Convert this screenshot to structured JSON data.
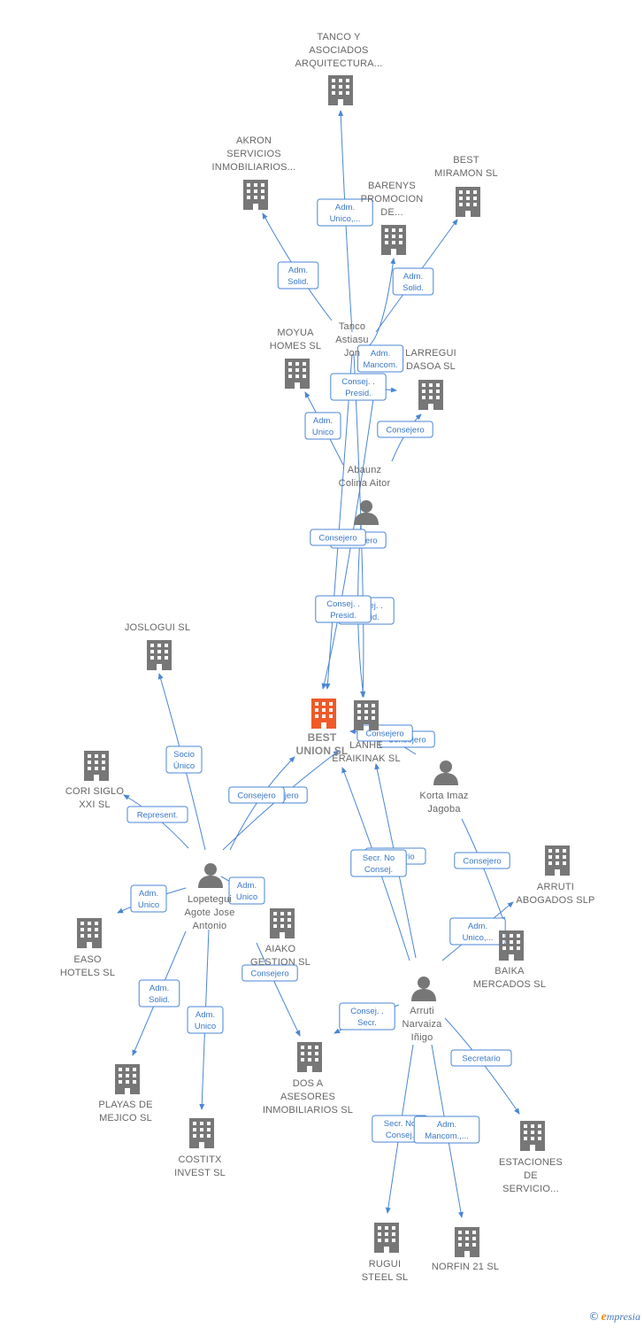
{
  "colors": {
    "edge": "#4a86d4",
    "company": "#777777",
    "focus_company": "#f05a28",
    "person": "#777777",
    "label": "#666666"
  },
  "brand": {
    "copyright": "©",
    "first_letter": "e",
    "rest": "mpresia"
  },
  "nodes": [
    {
      "id": "tanco_arq",
      "kind": "company",
      "lines": [
        "TANCO Y",
        "ASOCIADOS",
        "ARQUITECTURA..."
      ]
    },
    {
      "id": "akron",
      "kind": "company",
      "lines": [
        "AKRON",
        "SERVICIOS",
        "INMOBILIARIOS..."
      ]
    },
    {
      "id": "best_miramon",
      "kind": "company",
      "lines": [
        "BEST",
        "MIRAMON  SL"
      ]
    },
    {
      "id": "barenys",
      "kind": "company",
      "lines": [
        "BARENYS",
        "PROMOCION",
        "DE..."
      ]
    },
    {
      "id": "moyua",
      "kind": "company",
      "lines": [
        "MOYUA",
        "HOMES  SL"
      ]
    },
    {
      "id": "larregui",
      "kind": "company",
      "lines": [
        "LARREGUI",
        "DASOA  SL"
      ]
    },
    {
      "id": "tanco_p",
      "kind": "person_text",
      "lines": [
        "Tanco",
        "Astiasu",
        "Jon"
      ]
    },
    {
      "id": "abaunz",
      "kind": "person",
      "lines": [
        "Abaunz",
        "Colina Aitor"
      ]
    },
    {
      "id": "joslogui",
      "kind": "company",
      "lines": [
        "JOSLOGUI SL"
      ]
    },
    {
      "id": "best_union",
      "kind": "focus",
      "lines": [
        "BEST",
        "UNION  SL"
      ]
    },
    {
      "id": "lanhe",
      "kind": "company",
      "lines": [
        "LANHE",
        "ERAIKINAK  SL"
      ]
    },
    {
      "id": "korta",
      "kind": "person",
      "lines": [
        "Korta Imaz",
        "Jagoba"
      ]
    },
    {
      "id": "cori",
      "kind": "company",
      "lines": [
        "CORI SIGLO",
        "XXI SL"
      ]
    },
    {
      "id": "lopetegui",
      "kind": "person",
      "lines": [
        "Lopetegui",
        "Agote Jose",
        "Antonio"
      ]
    },
    {
      "id": "arruti_ab",
      "kind": "company",
      "lines": [
        "ARRUTI",
        "ABOGADOS  SLP"
      ]
    },
    {
      "id": "easo",
      "kind": "company",
      "lines": [
        "EASO",
        "HOTELS  SL"
      ]
    },
    {
      "id": "aiako",
      "kind": "company",
      "lines": [
        "AIAKO",
        "GESTION  SL"
      ]
    },
    {
      "id": "baika",
      "kind": "company",
      "lines": [
        "BAIKA",
        "MERCADOS  SL"
      ]
    },
    {
      "id": "arruti_p",
      "kind": "person",
      "lines": [
        "Arruti",
        "Narvaiza",
        "Iñigo"
      ]
    },
    {
      "id": "playas",
      "kind": "company",
      "lines": [
        "PLAYAS DE",
        "MEJICO  SL"
      ]
    },
    {
      "id": "dos_a",
      "kind": "company",
      "lines": [
        "DOS A",
        "ASESORES",
        "INMOBILIARIOS SL"
      ]
    },
    {
      "id": "costitx",
      "kind": "company",
      "lines": [
        "COSTITX",
        "INVEST  SL"
      ]
    },
    {
      "id": "estaciones",
      "kind": "company",
      "lines": [
        "ESTACIONES",
        "DE",
        "SERVICIO..."
      ]
    },
    {
      "id": "rugui",
      "kind": "company",
      "lines": [
        "RUGUI",
        "STEEL SL"
      ]
    },
    {
      "id": "norfin",
      "kind": "company",
      "lines": [
        "NORFIN 21 SL"
      ]
    }
  ],
  "edges": [
    {
      "id": "e1",
      "lines": [
        "Adm.",
        "Unico,..."
      ]
    },
    {
      "id": "e2",
      "lines": [
        "Adm.",
        "Solid."
      ]
    },
    {
      "id": "e3",
      "lines": [
        "Adm.",
        "Solid."
      ]
    },
    {
      "id": "e4",
      "lines": [
        "Adm.",
        "Mancom."
      ]
    },
    {
      "id": "e5",
      "lines": [
        "Consej. .",
        "Presid."
      ]
    },
    {
      "id": "e6",
      "lines": [
        "Adm.",
        "Unico"
      ]
    },
    {
      "id": "e7",
      "lines": [
        "Consejero"
      ]
    },
    {
      "id": "e8",
      "lines": [
        "Consejero"
      ]
    },
    {
      "id": "e9",
      "lines": [
        "Consejero"
      ]
    },
    {
      "id": "e10",
      "lines": [
        "Consej. .",
        "Presid."
      ]
    },
    {
      "id": "e11",
      "lines": [
        "Consej. .",
        "Presid."
      ]
    },
    {
      "id": "e12",
      "lines": [
        "Consejero"
      ]
    },
    {
      "id": "e13",
      "lines": [
        "Consejero"
      ]
    },
    {
      "id": "e14",
      "lines": [
        "Socio",
        "Único"
      ]
    },
    {
      "id": "e15",
      "lines": [
        "Represent."
      ]
    },
    {
      "id": "e16",
      "lines": [
        "Consejero"
      ]
    },
    {
      "id": "e17",
      "lines": [
        "Consejero"
      ]
    },
    {
      "id": "e18",
      "lines": [
        "Adm.",
        "Unico"
      ]
    },
    {
      "id": "e19",
      "lines": [
        "Adm.",
        "Unico"
      ]
    },
    {
      "id": "e20",
      "lines": [
        "Consejero"
      ]
    },
    {
      "id": "e21",
      "lines": [
        "Consejero"
      ]
    },
    {
      "id": "e22",
      "lines": [
        "Secretario"
      ]
    },
    {
      "id": "e23",
      "lines": [
        "Secr.  No",
        "Consej."
      ]
    },
    {
      "id": "e24",
      "lines": [
        "Adm.",
        "Unico,..."
      ]
    },
    {
      "id": "e25",
      "lines": [
        "Adm.",
        "Solid."
      ]
    },
    {
      "id": "e26",
      "lines": [
        "Adm.",
        "Unico"
      ]
    },
    {
      "id": "e27",
      "lines": [
        "Consej. .",
        "Secr."
      ]
    },
    {
      "id": "e28",
      "lines": [
        "Secretario"
      ]
    },
    {
      "id": "e29",
      "lines": [
        "Secr.  No",
        "Consej."
      ]
    },
    {
      "id": "e30",
      "lines": [
        "Adm.",
        "Mancom.,..."
      ]
    }
  ]
}
